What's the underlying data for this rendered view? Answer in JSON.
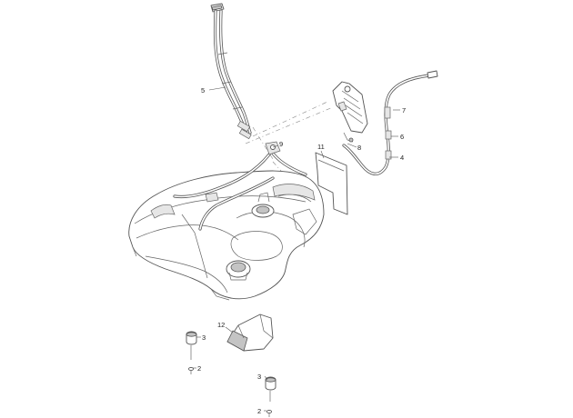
{
  "callouts": [
    {
      "id": "c5",
      "text": "5"
    },
    {
      "id": "c7",
      "text": "7"
    },
    {
      "id": "c9",
      "text": "9"
    },
    {
      "id": "c11",
      "text": "11"
    },
    {
      "id": "c8",
      "text": "8"
    },
    {
      "id": "c6",
      "text": "6"
    },
    {
      "id": "c4",
      "text": "4"
    },
    {
      "id": "c12",
      "text": "12"
    },
    {
      "id": "c3a",
      "text": "3"
    },
    {
      "id": "c2a",
      "text": "2"
    },
    {
      "id": "c3b",
      "text": "3"
    },
    {
      "id": "c2b",
      "text": "2"
    }
  ]
}
